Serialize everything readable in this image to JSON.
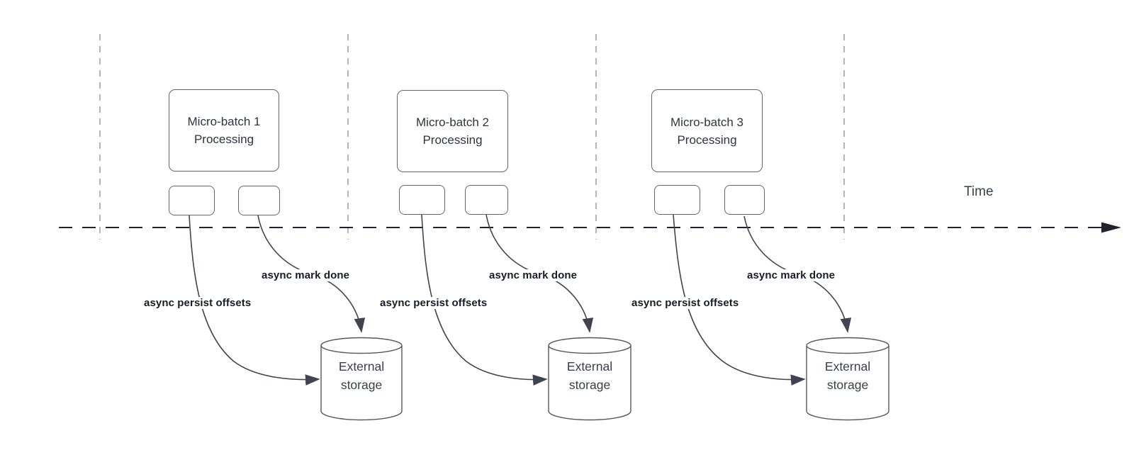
{
  "diagram": {
    "time_axis_label": "Time",
    "groups": [
      {
        "title_line1": "Micro-batch 1",
        "title_line2": "Processing",
        "persist_label": "async persist offsets",
        "done_label": "async mark done",
        "storage_line1": "External",
        "storage_line2": "storage"
      },
      {
        "title_line1": "Micro-batch 2",
        "title_line2": "Processing",
        "persist_label": "async persist offsets",
        "done_label": "async mark done",
        "storage_line1": "External",
        "storage_line2": "storage"
      },
      {
        "title_line1": "Micro-batch 3",
        "title_line2": "Processing",
        "persist_label": "async persist offsets",
        "done_label": "async mark done",
        "storage_line1": "External",
        "storage_line2": "storage"
      }
    ],
    "colors": {
      "curve": "#3e4450",
      "timeline": "#1f232b",
      "guide_line": "#9b9ca0",
      "node_border": "#63666d",
      "node_text": "#2e3540",
      "label_text": "#171c26"
    }
  }
}
